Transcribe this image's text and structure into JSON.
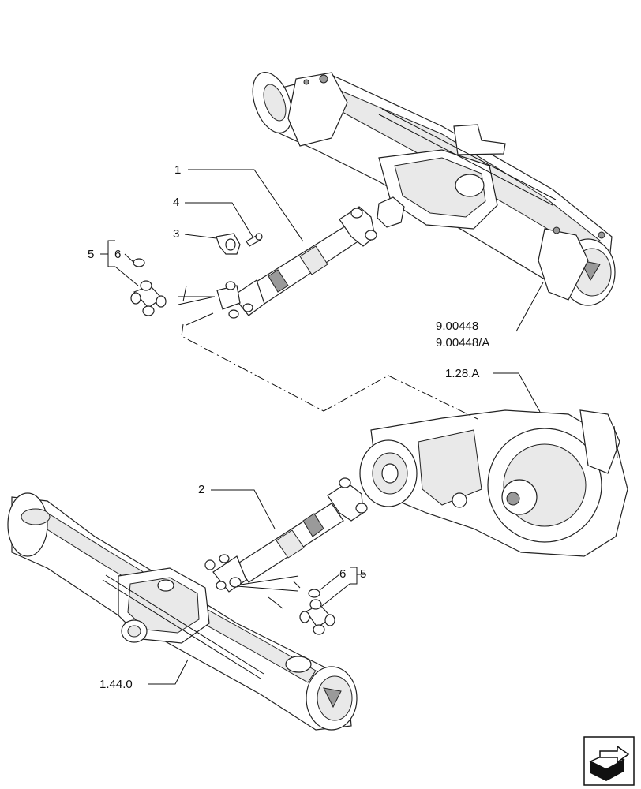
{
  "callouts": {
    "c1": "1",
    "c2": "2",
    "c3": "3",
    "c4": "4",
    "c5_top": "5",
    "c6_top": "6",
    "c5_bottom": "5",
    "c6_bottom": "6",
    "ref_front_axle_1": "9.00448",
    "ref_front_axle_2": "9.00448/A",
    "ref_transmission": "1.28.A",
    "ref_rear_axle": "1.44.0"
  },
  "icons": {
    "navigation": "next-page-arrow-icon"
  }
}
